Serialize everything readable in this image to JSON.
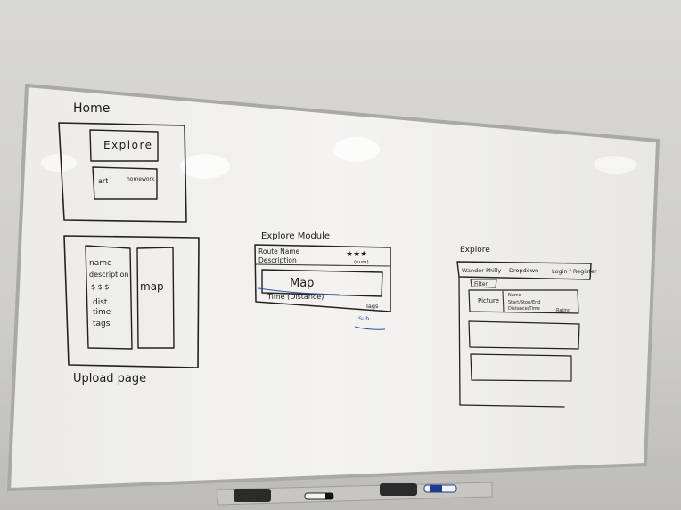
{
  "home": {
    "title": "Home",
    "explore_box": "Explore",
    "left_box": "art",
    "right_box": "homework"
  },
  "upload": {
    "fields": [
      "name",
      "description",
      "$ $ $",
      "dist.",
      "time",
      "tags"
    ],
    "map_label": "map",
    "title": "Upload page"
  },
  "explore_module": {
    "title": "Explore Module",
    "route_name": "Route Name",
    "description": "Description",
    "rating": "★★★",
    "rating_sub": "(num)",
    "map_label": "Map",
    "time_distance": "Time (Distance)",
    "tags": "Tags",
    "blue_note": "Sub..."
  },
  "explore_page": {
    "title": "Explore",
    "nav_brand": "Wander Philly",
    "nav_dropdown": "Dropdown",
    "nav_login": "Login / Register",
    "filter": "Filter",
    "picture": "Picture",
    "card_lines": [
      "Name",
      "Start/Stop/End",
      "Distance/Time"
    ],
    "rating": "Rating"
  }
}
